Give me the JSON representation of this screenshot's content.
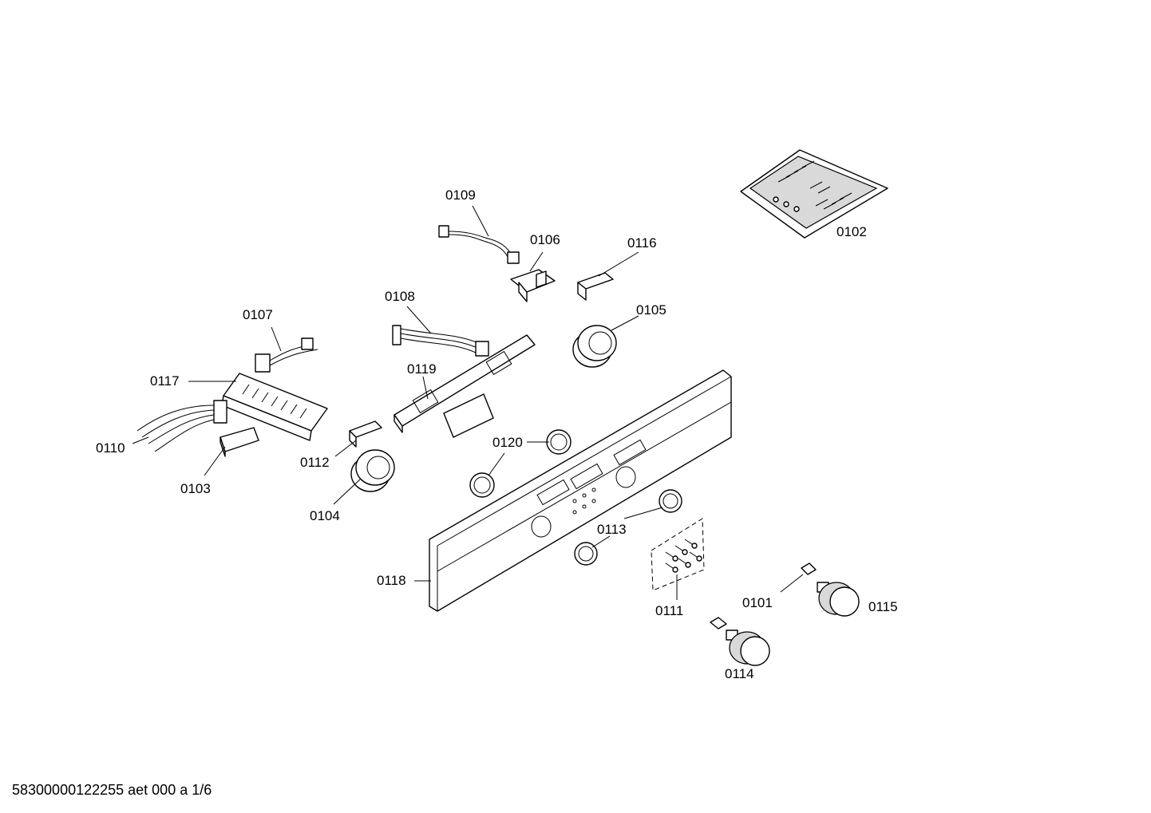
{
  "footer": {
    "document_code": "58300000122255 aet 000 a 1/6"
  },
  "parts": [
    {
      "id": "0101"
    },
    {
      "id": "0102"
    },
    {
      "id": "0103"
    },
    {
      "id": "0104"
    },
    {
      "id": "0105"
    },
    {
      "id": "0106"
    },
    {
      "id": "0107"
    },
    {
      "id": "0108"
    },
    {
      "id": "0109"
    },
    {
      "id": "0110"
    },
    {
      "id": "0111"
    },
    {
      "id": "0112"
    },
    {
      "id": "0113"
    },
    {
      "id": "0114"
    },
    {
      "id": "0115"
    },
    {
      "id": "0116"
    },
    {
      "id": "0117"
    },
    {
      "id": "0118"
    },
    {
      "id": "0119"
    },
    {
      "id": "0120"
    }
  ]
}
